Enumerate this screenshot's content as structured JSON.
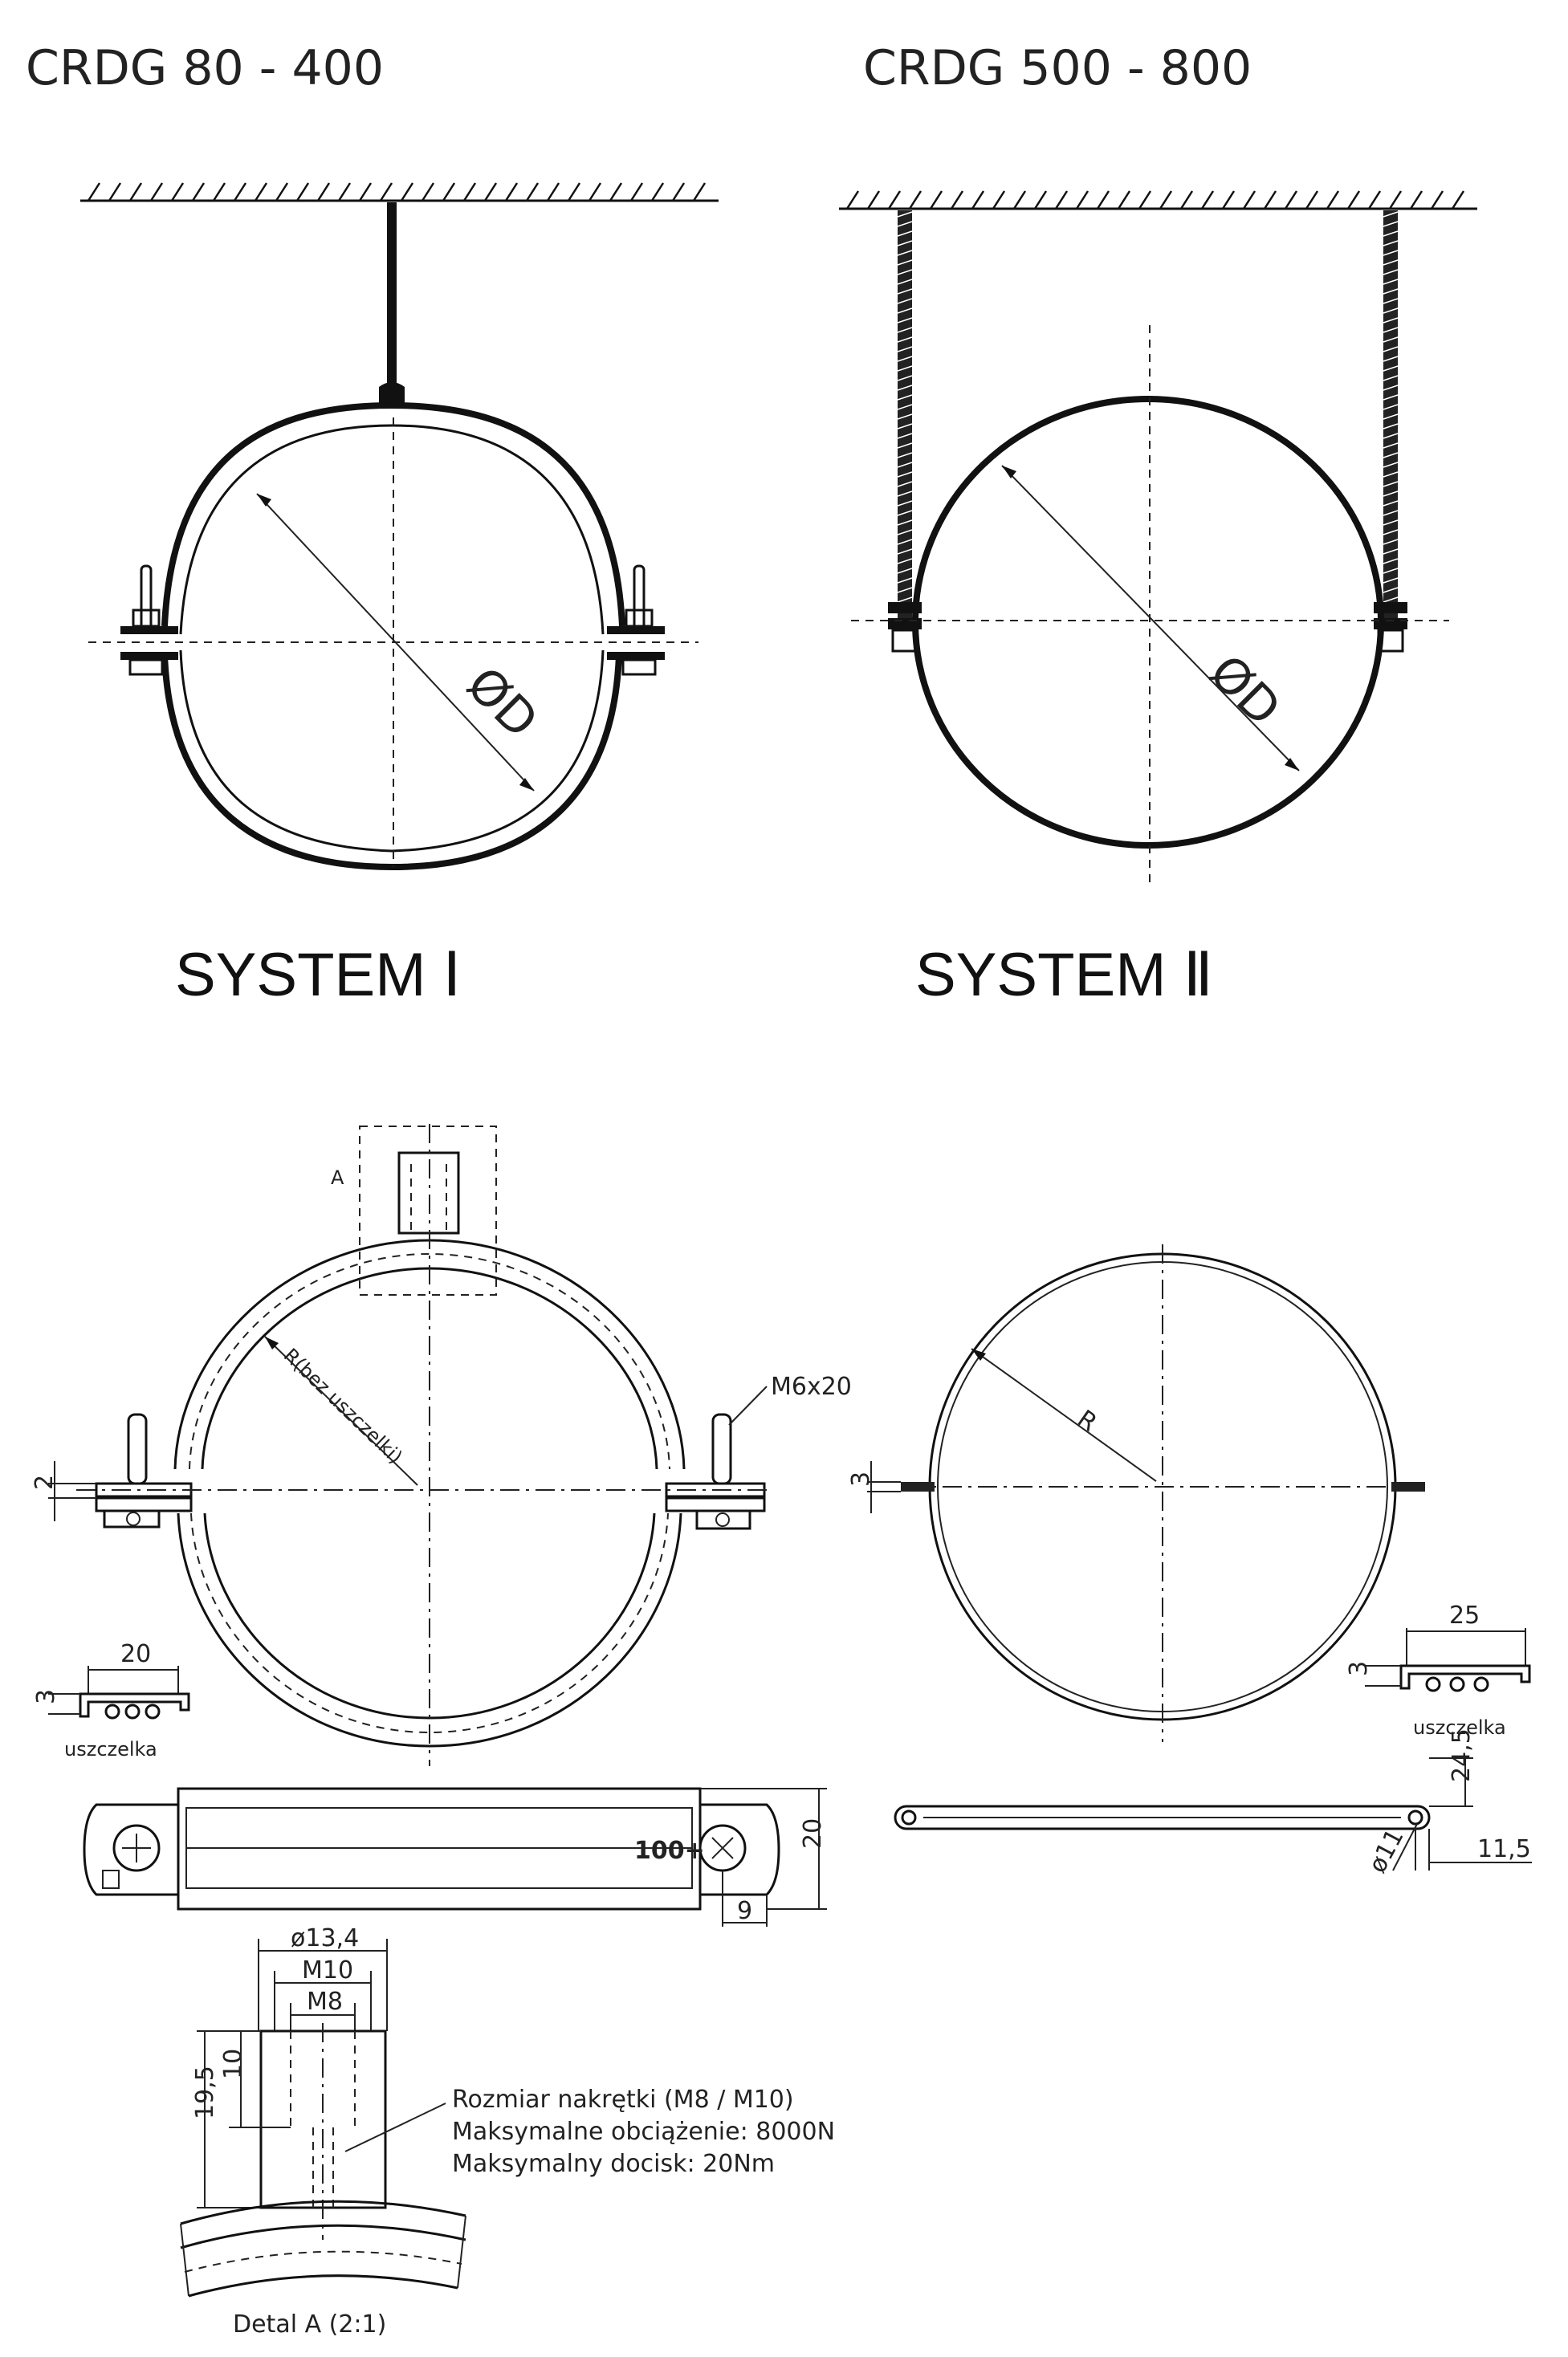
{
  "titles": {
    "left": "CRDG 80 - 400",
    "right": "CRDG 500 - 800"
  },
  "systems": {
    "left": "SYSTEM Ⅰ",
    "right": "SYSTEM Ⅱ"
  },
  "labels": {
    "diameter": "ØD",
    "detail_marker": "A",
    "radius_no_seal": "R(bez uszczelki)",
    "radius": "R",
    "bolt": "M6x20",
    "seal": "uszczelka",
    "marking": "100+"
  },
  "dimensions": {
    "band_gap_left": "2",
    "band_gap_right": "3",
    "seal_width_left": "20",
    "seal_height_left": "3",
    "seal_width_right": "25",
    "seal_height_right": "3",
    "band_width": "20",
    "lug_offset": "9",
    "strip_height": "24,5",
    "hole_diameter": "ø11",
    "hole_offset": "11,5",
    "nut_outer": "ø13,4",
    "thread_m10": "M10",
    "thread_m8": "M8",
    "thread_depth": "10",
    "nut_height": "19,5"
  },
  "notes": [
    "Rozmiar nakrętki (M8 / M10)",
    "Maksymalne obciążenie: 8000N",
    "Maksymalny docisk: 20Nm"
  ],
  "detail_caption": "Detal A (2:1)"
}
